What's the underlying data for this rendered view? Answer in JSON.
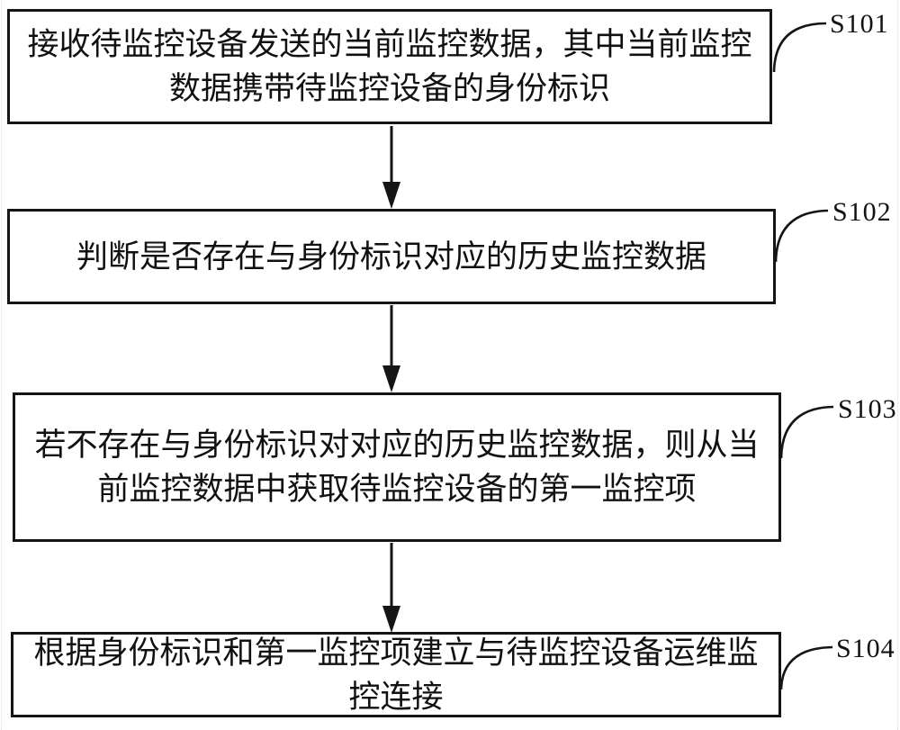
{
  "colors": {
    "ink": "#111111",
    "background": "#ffffff"
  },
  "figure": {
    "type": "flowchart",
    "steps": [
      {
        "id": "S101",
        "lines": [
          "接收待监控设备发送的当前监控数据，其中当前监控",
          "数据携带待监控设备的身份标识"
        ]
      },
      {
        "id": "S102",
        "lines": [
          "判断是否存在与身份标识对应的历史监控数据"
        ]
      },
      {
        "id": "S103",
        "lines": [
          "若不存在与身份标识对对应的历史监控数据，则从当",
          "前监控数据中获取待监控设备的第一监控项"
        ]
      },
      {
        "id": "S104",
        "lines": [
          "根据身份标识和第一监控项建立与待监控设备运维监",
          "控连接"
        ]
      }
    ]
  }
}
